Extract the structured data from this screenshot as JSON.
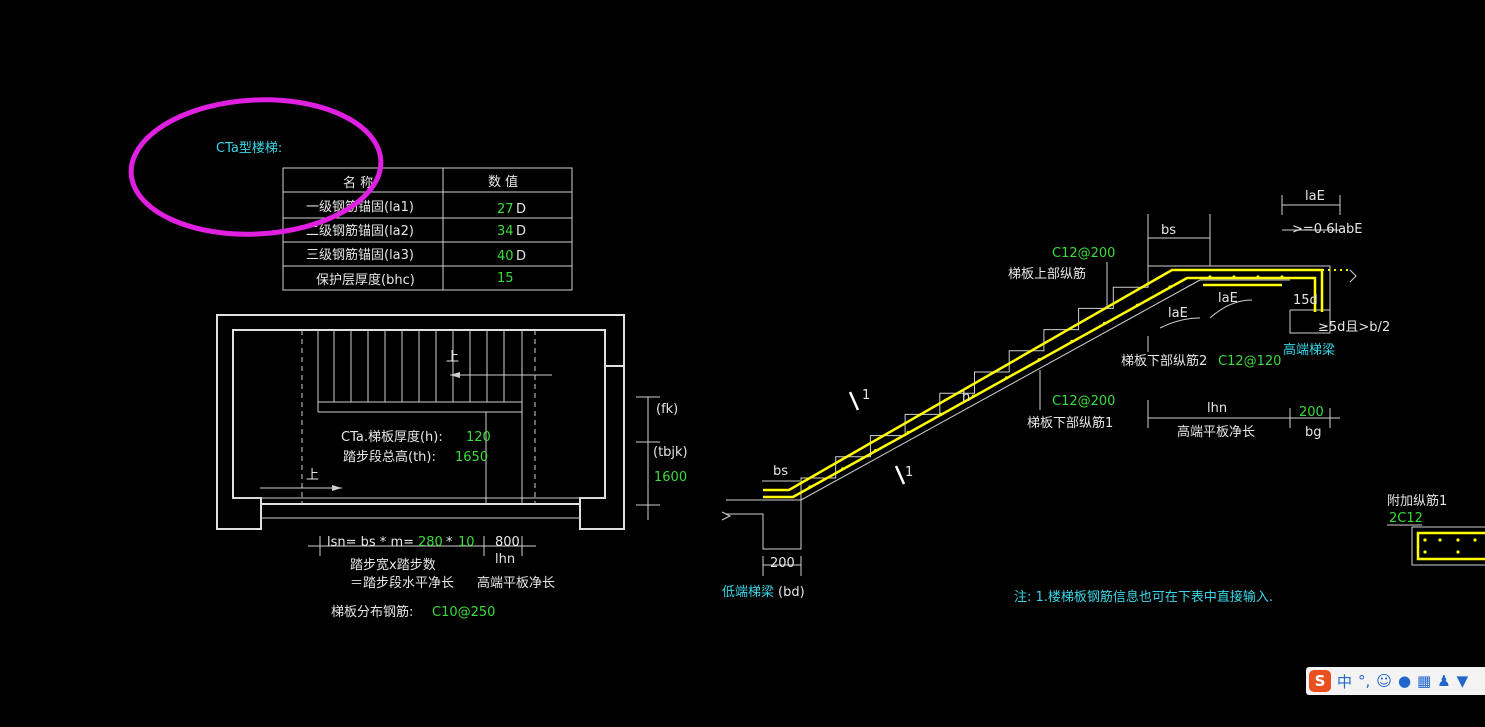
{
  "title": "CTa型楼梯:",
  "table": {
    "header": [
      "名  称",
      "数  值"
    ],
    "rows": [
      {
        "name": "一级钢筋锚固(la1)",
        "value": "27",
        "unit": "D"
      },
      {
        "name": "二级钢筋锚固(la2)",
        "value": "34",
        "unit": "D"
      },
      {
        "name": "三级钢筋锚固(la3)",
        "value": "40",
        "unit": "D"
      },
      {
        "name": "保护层厚度(bhc)",
        "value": "15",
        "unit": ""
      }
    ]
  },
  "plan": {
    "up_label_1": "上",
    "up_label_2": "上",
    "thickness_label": "CTa.梯板厚度(h):",
    "thickness_value": "120",
    "height_label": "踏步段总高(th):",
    "height_value": "1650",
    "fk_label": "(fk)",
    "tbjk_label": "(tbjk)",
    "tbjk_value": "1600",
    "lsn_label": "lsn= bs * m=",
    "bs_value": "280",
    "m_value": "10",
    "lhn_value": "800",
    "lhn_label": "lhn",
    "note_line1": "踏步宽x踏步数",
    "note_line2": "＝踏步段水平净长",
    "high_plate_label": "高端平板净长",
    "distribution_label": "梯板分布钢筋:",
    "distribution_value": "C10@250"
  },
  "section": {
    "bs_top": "bs",
    "laE_top": "laE",
    "lab_label": ">=0.6labE",
    "top_bar_value": "C12@200",
    "top_bar_label": "梯板上部纵筋",
    "laE_1": "laE",
    "laE_2": "laE",
    "d15": "15d",
    "anchor_label": "≥5d且>b/2",
    "high_beam": "高端梯梁",
    "bottom2_label": "梯板下部纵筋2",
    "bottom2_value": "C12@120",
    "bottom1_value": "C12@200",
    "bottom1_label": "梯板下部纵筋1",
    "h_label": "h",
    "lhn_label": "lhn",
    "bg_value": "200",
    "high_plate_label": "高端平板净长",
    "bg_label": "bg",
    "bs_low": "bs",
    "bd_value": "200",
    "low_beam": "低端梯梁",
    "bd_label": "(bd)",
    "slash_1": "1",
    "slash_2": "1",
    "extra_bar_label": "附加纵筋1",
    "extra_bar_value": "2C12"
  },
  "note": "注: 1.楼梯板钢筋信息也可在下表中直接输入.",
  "ime": {
    "lang": "中",
    "punct": "°,"
  },
  "colors": {
    "annotation_circle": "#e020e0",
    "rebar": "#ffff00",
    "cyan": "#3ad6e8",
    "green": "#3bdc3b"
  }
}
